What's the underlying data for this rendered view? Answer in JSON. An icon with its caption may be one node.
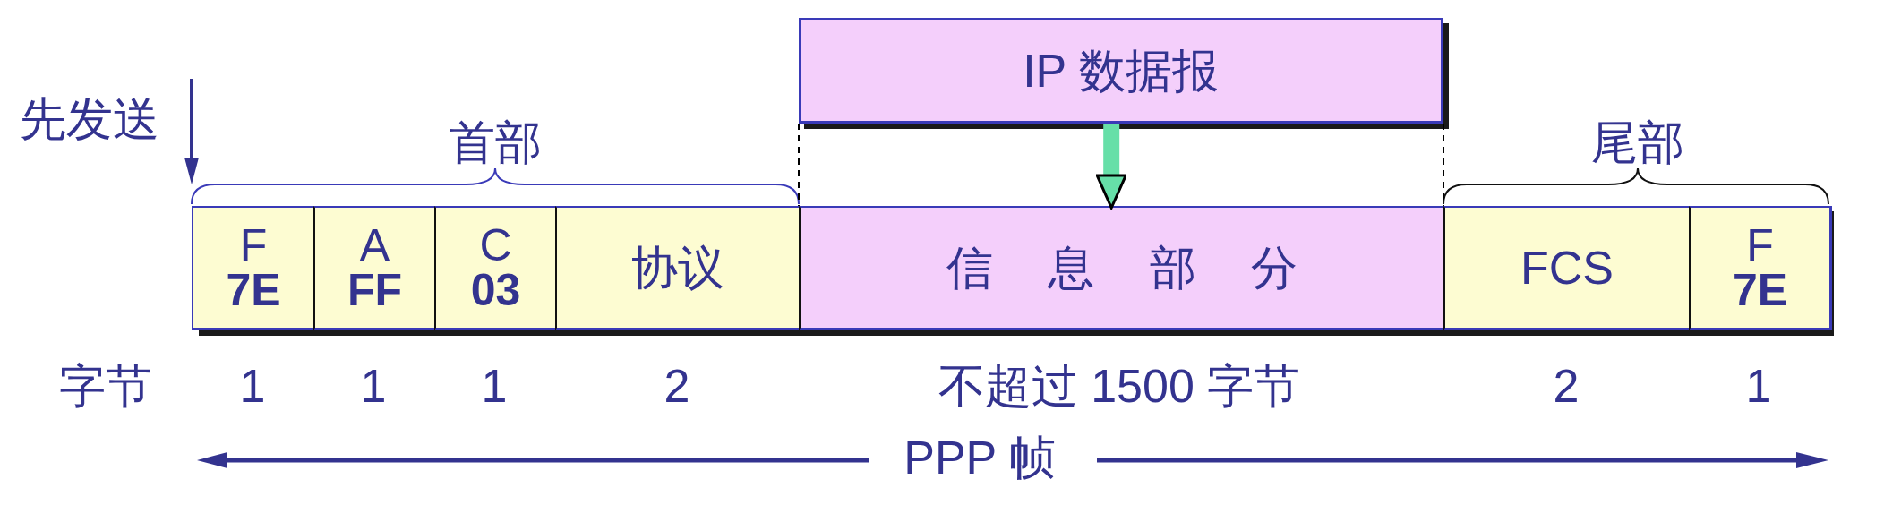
{
  "diagram": {
    "nodes": [
      {
        "text": [
          "IP 数据报"
        ]
      },
      {
        "text": [
          "F",
          "7E"
        ]
      },
      {
        "text": [
          "A",
          "FF"
        ]
      },
      {
        "text": [
          "C",
          "03"
        ]
      },
      {
        "text": [
          "协议"
        ]
      },
      {
        "text": [
          "信 息 部 分"
        ]
      },
      {
        "text": [
          "FCS"
        ]
      },
      {
        "text": [
          "F",
          "7E"
        ]
      }
    ],
    "edges": [
      {
        "from": 0,
        "to": 5,
        "arrow": "to",
        "style": "thick",
        "color": "#66dfa8"
      },
      {
        "from": 0,
        "to": 5,
        "arrow": "none",
        "style": "dashed",
        "color": "#000000"
      },
      {
        "from": 0,
        "to": 5,
        "arrow": "none",
        "style": "dashed",
        "color": "#000000"
      }
    ],
    "labels": [
      "先发送",
      "首部",
      "尾部",
      "字节",
      "1",
      "1",
      "1",
      "2",
      "不超过 1500 字节",
      "2",
      "1",
      "PPP 帧"
    ]
  }
}
